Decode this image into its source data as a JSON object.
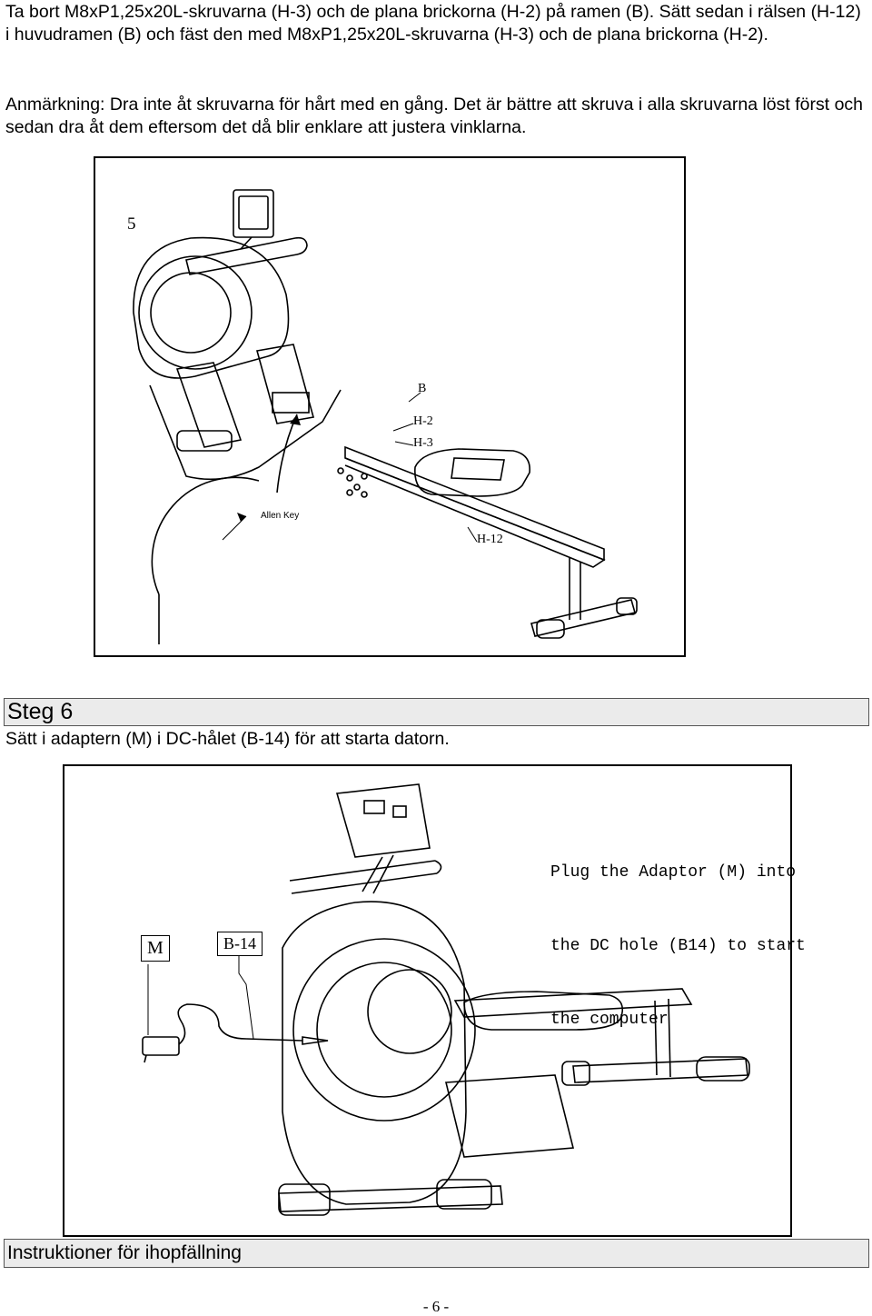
{
  "intro": {
    "paragraph1": "Ta bort M8xP1,25x20L-skruvarna (H-3) och de plana brickorna (H-2) på ramen (B). Sätt sedan i rälsen (H-12) i huvudramen (B) och fäst den med M8xP1,25x20L-skruvarna (H-3) och de plana brickorna (H-2).",
    "paragraph2": "Anmärkning: Dra inte åt skruvarna för hårt med en gång. Det är bättre att skruva i alla skruvarna löst först och sedan dra åt dem eftersom det då blir enklare att justera vinklarna."
  },
  "figure1": {
    "step_number": "5",
    "label_b": "B",
    "label_h2": "H-2",
    "label_h3": "H-3",
    "label_h12": "H-12",
    "label_allen_key": "Allen Key"
  },
  "step6": {
    "title": "Steg 6",
    "description": "Sätt i adaptern (M) i DC-hålet (B-14) för att starta datorn."
  },
  "figure2": {
    "note_line1": "Plug the Adaptor (M) into",
    "note_line2": "the DC hole (B14) to start",
    "note_line3": "the computer",
    "label_m": "M",
    "label_b14": "B-14"
  },
  "folding_section": {
    "title": "Instruktioner för ihopfällning"
  },
  "page_number": "- 6 -"
}
